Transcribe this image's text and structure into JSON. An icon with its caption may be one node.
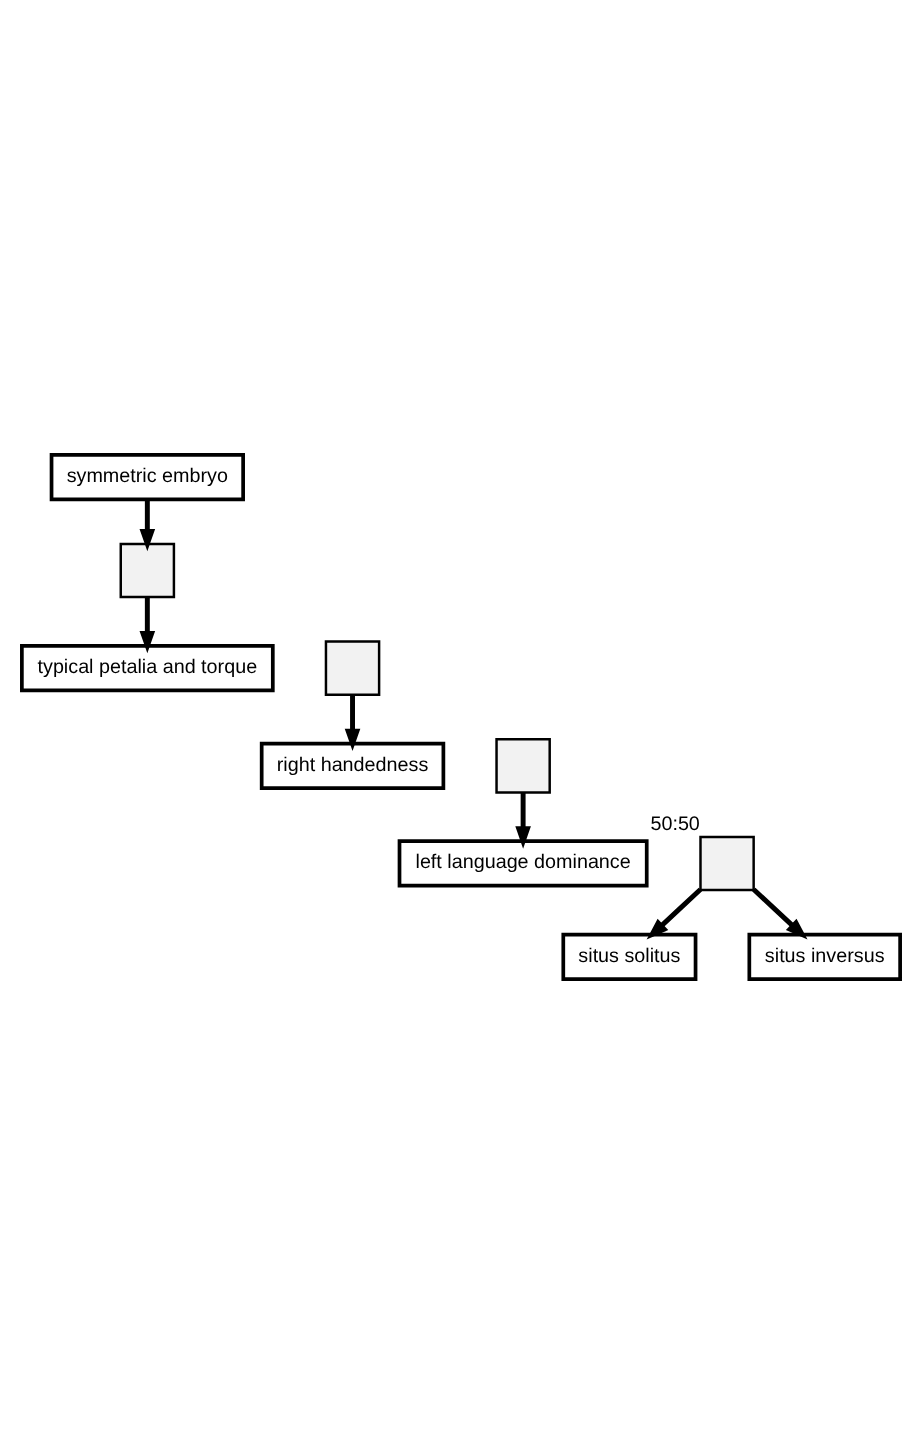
{
  "diagram": {
    "nodes": [
      {
        "text": [
          "symmetric embryo"
        ]
      },
      {
        "text": [],
        "shape": "box"
      },
      {
        "text": [
          "typical petalia and torque"
        ]
      },
      {
        "text": [],
        "shape": "box"
      },
      {
        "text": [
          "right handedness"
        ]
      },
      {
        "text": [],
        "shape": "box"
      },
      {
        "text": [
          "left language dominance"
        ]
      },
      {
        "text": [],
        "shape": "box",
        "beside": [
          "50:50"
        ]
      },
      {
        "text": [
          "situs solitus"
        ]
      },
      {
        "text": [
          "situs inversus"
        ]
      }
    ],
    "edges": [
      {
        "from": 0,
        "to": 1,
        "arrow": "to"
      },
      {
        "from": 1,
        "to": 2,
        "arrow": "to"
      },
      {
        "from": 3,
        "to": 4,
        "arrow": "to"
      },
      {
        "from": 5,
        "to": 6,
        "arrow": "to"
      },
      {
        "from": 7,
        "to": 8,
        "arrow": "to"
      },
      {
        "from": 7,
        "to": 9,
        "arrow": "to"
      }
    ]
  }
}
